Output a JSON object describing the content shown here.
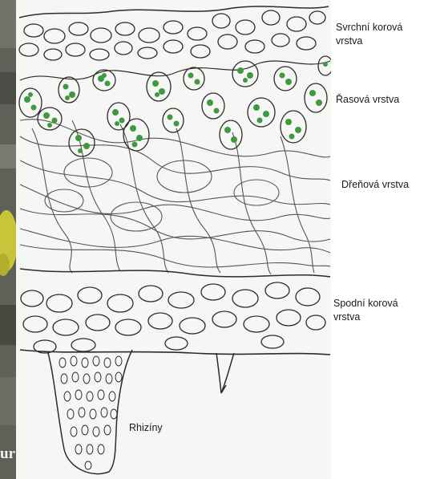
{
  "labels": {
    "upper_cortex": "Svrchní korová\nvrstva",
    "algal_layer": "Řasová vrstva",
    "medulla": "Dřeňová vrstva",
    "lower_cortex": "Spodní korová\nvrstva",
    "rhizines": "Rhizíny"
  },
  "left_strip_text": "ur",
  "colors": {
    "algae": "#3f9a3f",
    "ink": "#2b2b2b",
    "paper": "#f6f6f4",
    "lichen_yellow": "#c9c43a",
    "strip_gray": "#5a5e55"
  }
}
